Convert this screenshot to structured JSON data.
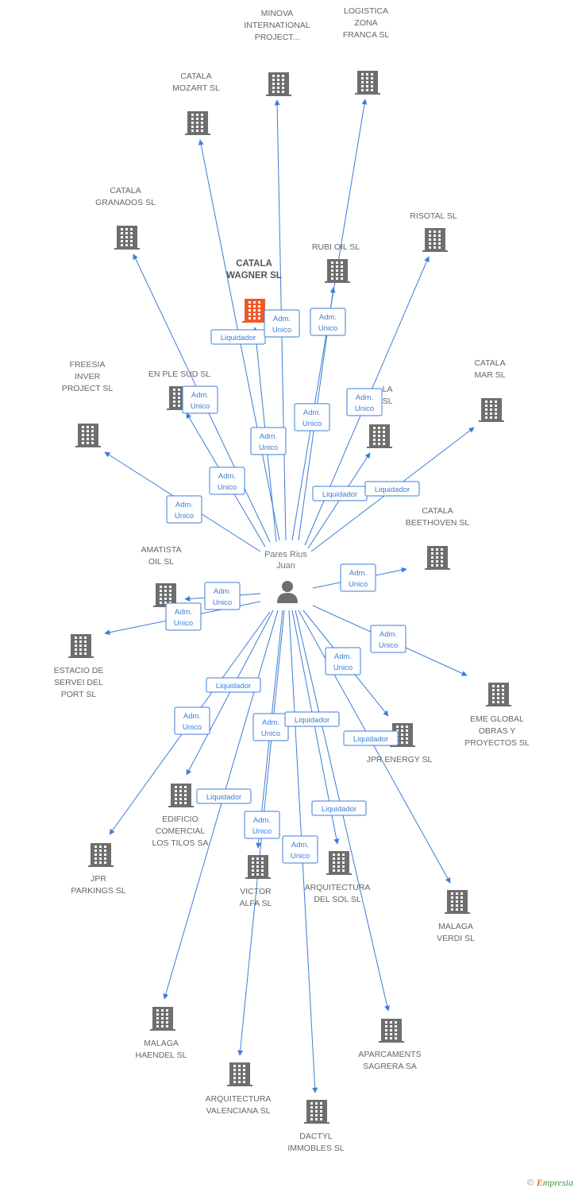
{
  "person": {
    "name_lines": [
      "Pares Rius",
      "Juan"
    ]
  },
  "companies": [
    {
      "id": "minova",
      "lines": [
        "MINOVA",
        "INTERNATIONAL",
        "PROJECT..."
      ],
      "focus": false
    },
    {
      "id": "logistica",
      "lines": [
        "LOGISTICA",
        "ZONA",
        "FRANCA SL"
      ],
      "focus": false
    },
    {
      "id": "mozart",
      "lines": [
        "CATALA",
        "MOZART SL"
      ],
      "focus": false
    },
    {
      "id": "granados",
      "lines": [
        "CATALA",
        "GRANADOS SL"
      ],
      "focus": false
    },
    {
      "id": "risotal",
      "lines": [
        "RISOTAL SL"
      ],
      "focus": false
    },
    {
      "id": "rubioil",
      "lines": [
        "RUBI OIL SL"
      ],
      "focus": false
    },
    {
      "id": "wagner",
      "lines": [
        "CATALA",
        "WAGNER SL"
      ],
      "focus": true
    },
    {
      "id": "enple",
      "lines": [
        "EN PLE SUD SL"
      ],
      "focus": false
    },
    {
      "id": "freesia",
      "lines": [
        "FREESIA",
        "INVER",
        "PROJECT SL"
      ],
      "focus": false
    },
    {
      "id": "catalamar",
      "lines": [
        "CATALA",
        "MAR SL"
      ],
      "focus": false
    },
    {
      "id": "catala_la",
      "lines": [
        "LA",
        "SL"
      ],
      "focus": false
    },
    {
      "id": "beethoven",
      "lines": [
        "CATALA",
        "BEETHOVEN SL"
      ],
      "focus": false
    },
    {
      "id": "amatista",
      "lines": [
        "AMATISTA",
        "OIL SL"
      ],
      "focus": false
    },
    {
      "id": "estacio",
      "lines": [
        "ESTACIO DE",
        "SERVEI DEL",
        "PORT  SL"
      ],
      "focus": false
    },
    {
      "id": "eme",
      "lines": [
        "EME GLOBAL",
        "OBRAS Y",
        "PROYECTOS SL"
      ],
      "focus": false
    },
    {
      "id": "jprenergy",
      "lines": [
        "JPR ENERGY SL"
      ],
      "focus": false
    },
    {
      "id": "edificio",
      "lines": [
        "EDIFICIO",
        "COMERCIAL",
        "LOS TILOS SA"
      ],
      "focus": false
    },
    {
      "id": "jprparkings",
      "lines": [
        "JPR",
        "PARKINGS SL"
      ],
      "focus": false
    },
    {
      "id": "victoralfa",
      "lines": [
        "VICTOR",
        "ALFA SL"
      ],
      "focus": false
    },
    {
      "id": "arqsol",
      "lines": [
        "ARQUITECTURA",
        "DEL SOL SL"
      ],
      "focus": false
    },
    {
      "id": "malagaverdi",
      "lines": [
        "MALAGA",
        "VERDI SL"
      ],
      "focus": false
    },
    {
      "id": "haendel",
      "lines": [
        "MALAGA",
        "HAENDEL SL"
      ],
      "focus": false
    },
    {
      "id": "aparcaments",
      "lines": [
        "APARCAMENTS",
        "SAGRERA SA"
      ],
      "focus": false
    },
    {
      "id": "arqval",
      "lines": [
        "ARQUITECTURA",
        "VALENCIANA SL"
      ],
      "focus": false
    },
    {
      "id": "dactyl",
      "lines": [
        "DACTYL",
        "IMMOBLES SL"
      ],
      "focus": false
    }
  ],
  "badges": [
    {
      "lines": [
        "Liquidador"
      ]
    },
    {
      "lines": [
        "Adm.",
        "Unico"
      ]
    },
    {
      "lines": [
        "Adm.",
        "Unico"
      ]
    },
    {
      "lines": [
        "Adm.",
        "Unico"
      ]
    },
    {
      "lines": [
        "Adm.",
        "Unico"
      ]
    },
    {
      "lines": [
        "Adm.",
        "Unico"
      ]
    },
    {
      "lines": [
        "Adm.",
        "Unico"
      ]
    },
    {
      "lines": [
        "Adm.",
        "Unico"
      ]
    },
    {
      "lines": [
        "Adm.",
        "Unico"
      ]
    },
    {
      "lines": [
        "Liquidador"
      ]
    },
    {
      "lines": [
        "Liquidador"
      ]
    },
    {
      "lines": [
        "Adm.",
        "Unico"
      ]
    },
    {
      "lines": [
        "Adm.",
        "Unico"
      ]
    },
    {
      "lines": [
        "Adm.",
        "Unico"
      ]
    },
    {
      "lines": [
        "Adm.",
        "Unico"
      ]
    },
    {
      "lines": [
        "Adm.",
        "Unico"
      ]
    },
    {
      "lines": [
        "Liquidador"
      ]
    },
    {
      "lines": [
        "Adm.",
        "Unico"
      ]
    },
    {
      "lines": [
        "Adm.",
        "Unico"
      ]
    },
    {
      "lines": [
        "Liquidador"
      ]
    },
    {
      "lines": [
        "Liquidador"
      ]
    },
    {
      "lines": [
        "Liquidador"
      ]
    },
    {
      "lines": [
        "Liquidador"
      ]
    },
    {
      "lines": [
        "Adm.",
        "Unico"
      ]
    },
    {
      "lines": [
        "Adm.",
        "Unico"
      ]
    }
  ],
  "colors": {
    "edge": "#3b7dd8",
    "building": "#6e6e6e",
    "building_focus": "#f05a28",
    "person": "#6e6e6e"
  },
  "footer": {
    "copyright": "©",
    "brand_initial": "E",
    "brand_rest": "mpresia"
  }
}
